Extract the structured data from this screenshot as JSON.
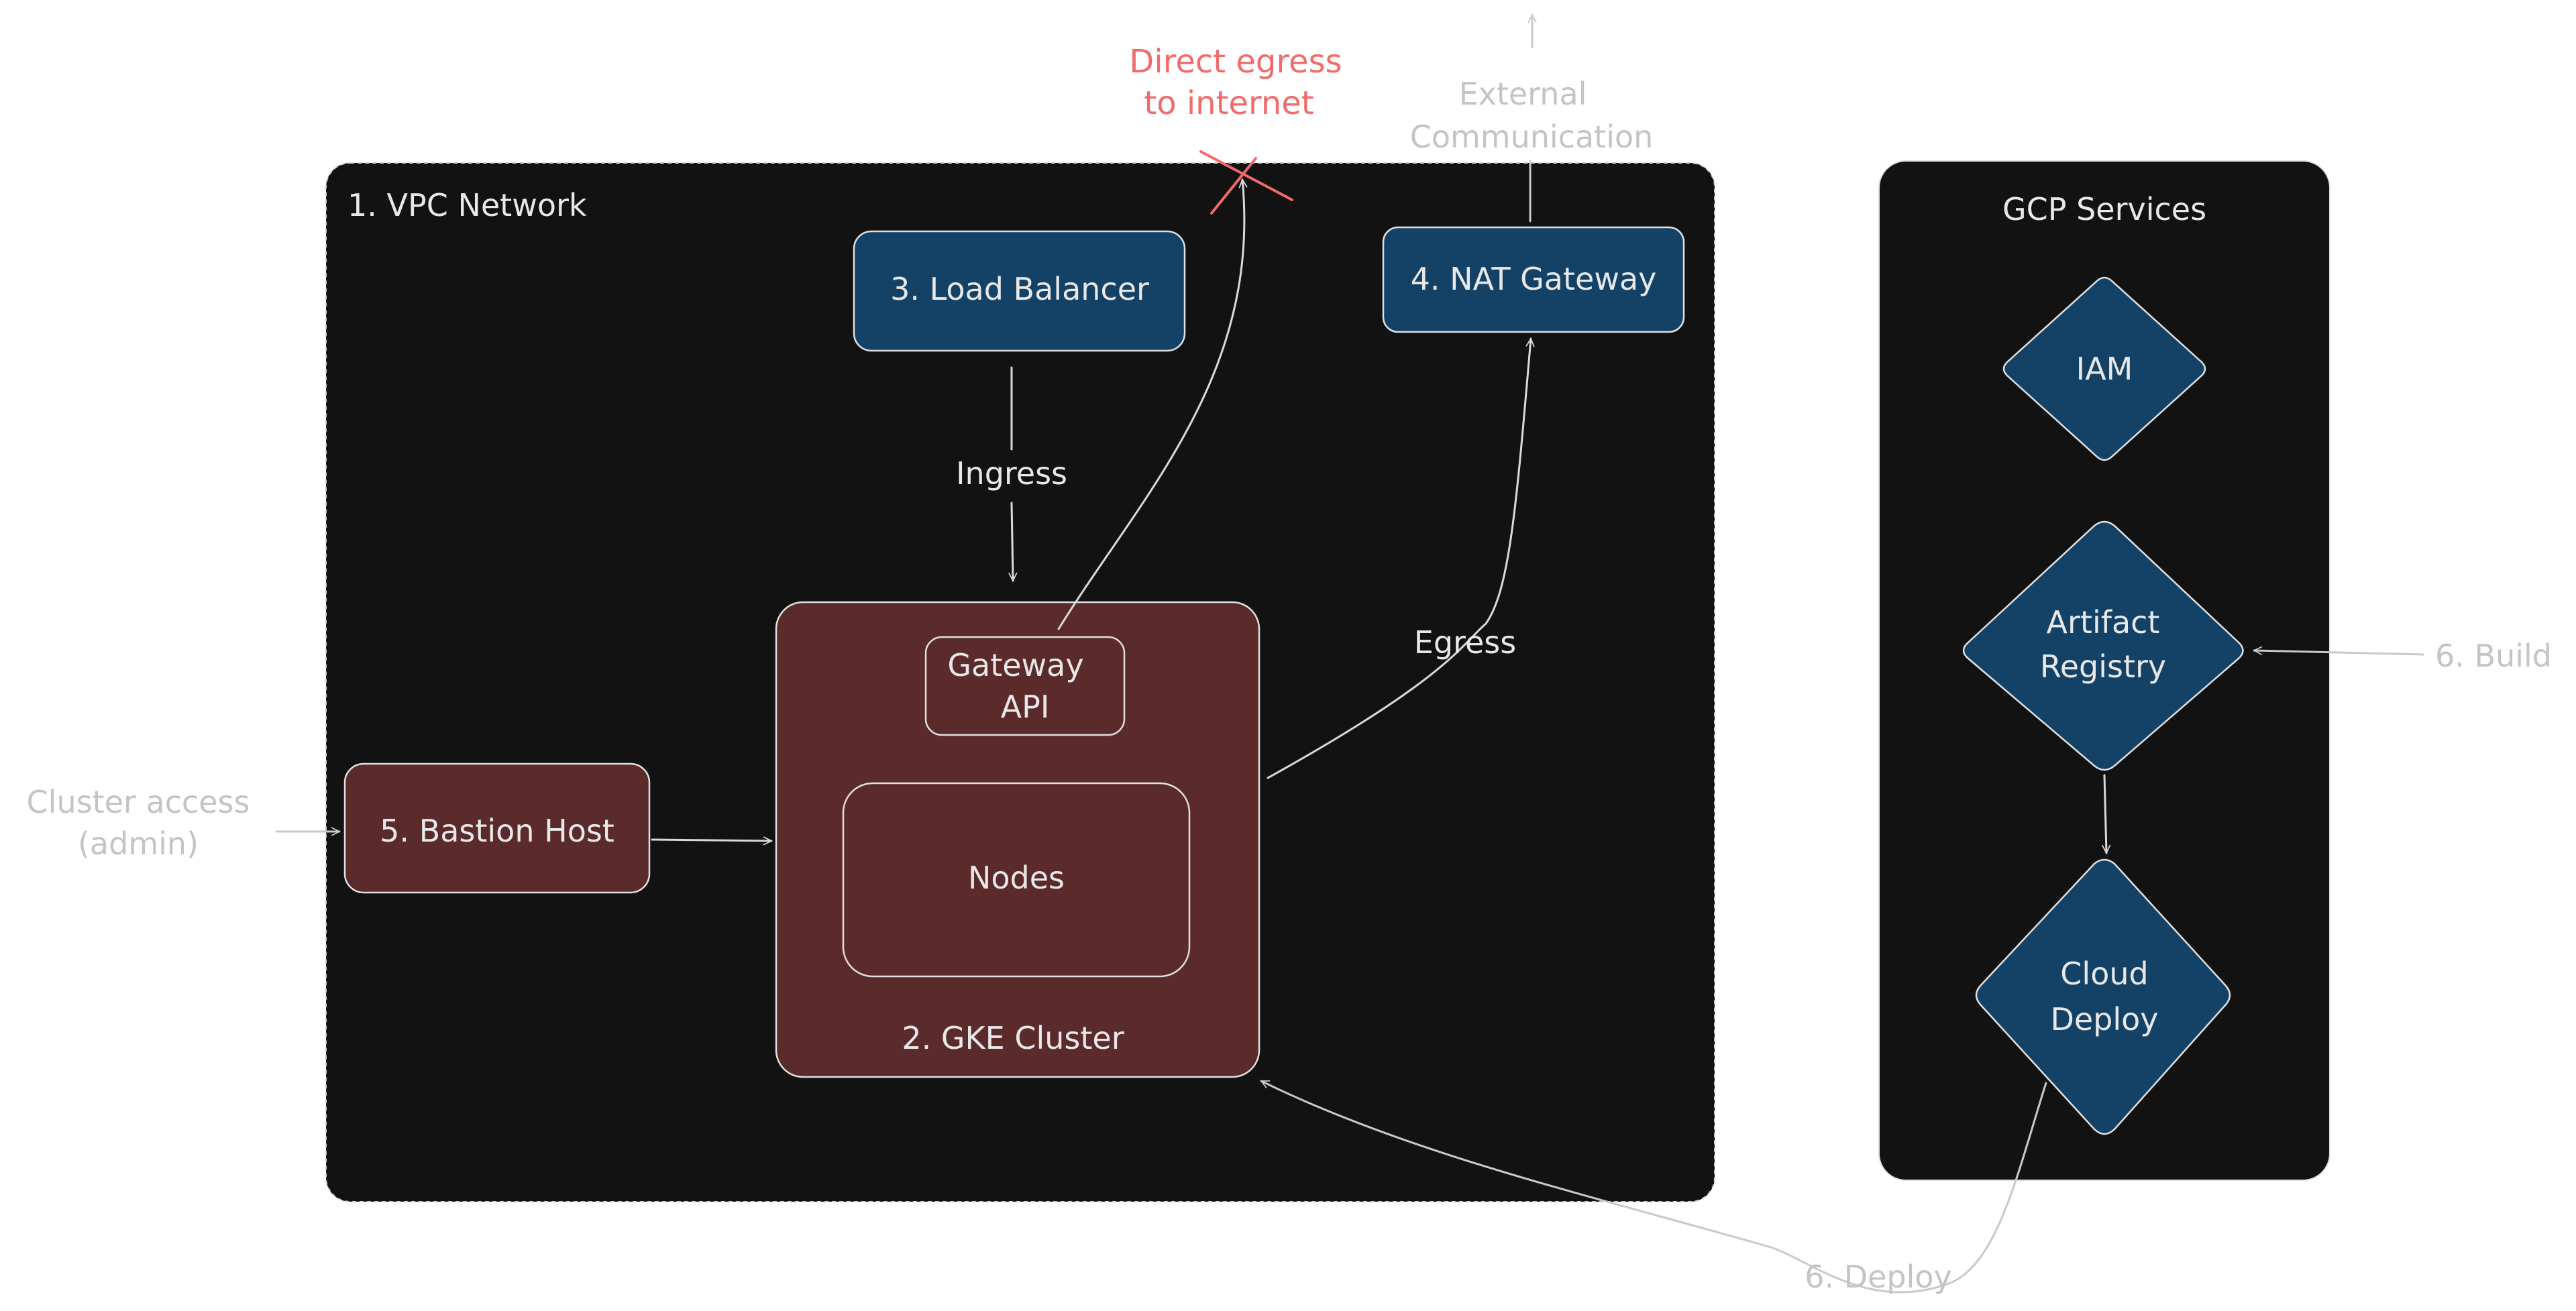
{
  "vpc": {
    "label": "1. VPC Network"
  },
  "gke": {
    "label": "2. GKE Cluster",
    "gateway_api": [
      "Gateway",
      "API"
    ],
    "nodes": "Nodes"
  },
  "load_balancer": {
    "label": "3. Load Balancer"
  },
  "nat_gateway": {
    "label": "4. NAT Gateway"
  },
  "bastion": {
    "label": "5. Bastion Host"
  },
  "gcp": {
    "label": "GCP Services",
    "iam": "IAM",
    "artifact_registry": [
      "Artifact",
      "Registry"
    ],
    "cloud_deploy": [
      "Cloud",
      "Deploy"
    ]
  },
  "edges": {
    "ingress": "Ingress",
    "egress": "Egress",
    "direct_egress": [
      "Direct egress",
      "to internet"
    ],
    "external": [
      "External",
      "Communication"
    ],
    "cluster_access": [
      "Cluster access",
      "(admin)"
    ],
    "build": "6. Build",
    "deploy": "6. Deploy"
  },
  "colors": {
    "canvas": "#ffffff",
    "panel": "#121212",
    "blue_node": "#144266",
    "maroon_node": "#5b2a2a",
    "red_text": "#f06b6b",
    "light_text": "#e8e8e8",
    "gray_text": "#c4c4c4"
  }
}
